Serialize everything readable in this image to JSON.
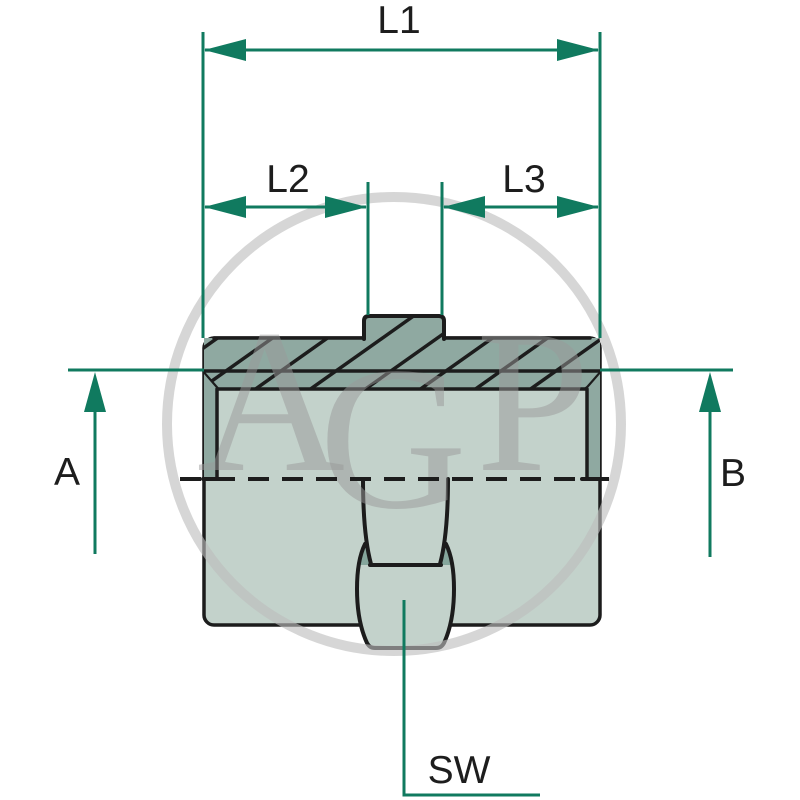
{
  "page": {
    "description": "Technical dimension drawing of a straight hydraulic adapter fitting, cross-section with center hex",
    "background": "#ffffff"
  },
  "dimension_labels": {
    "l1": "L1",
    "l2": "L2",
    "l3": "L3",
    "a": "A",
    "b": "B",
    "sw": "SW"
  },
  "watermark": {
    "letters": [
      "A",
      "G",
      "P"
    ]
  },
  "colors": {
    "background": "#ffffff",
    "dim-green": "#107a5f",
    "line-black": "#1c1c1c",
    "body-light": "#c3d2cb",
    "body-dark": "#8fa9a1",
    "body-darker": "#85a69c",
    "watermark-gray": "#9a9a9a",
    "watermark-circle": "#bdbdbd"
  }
}
